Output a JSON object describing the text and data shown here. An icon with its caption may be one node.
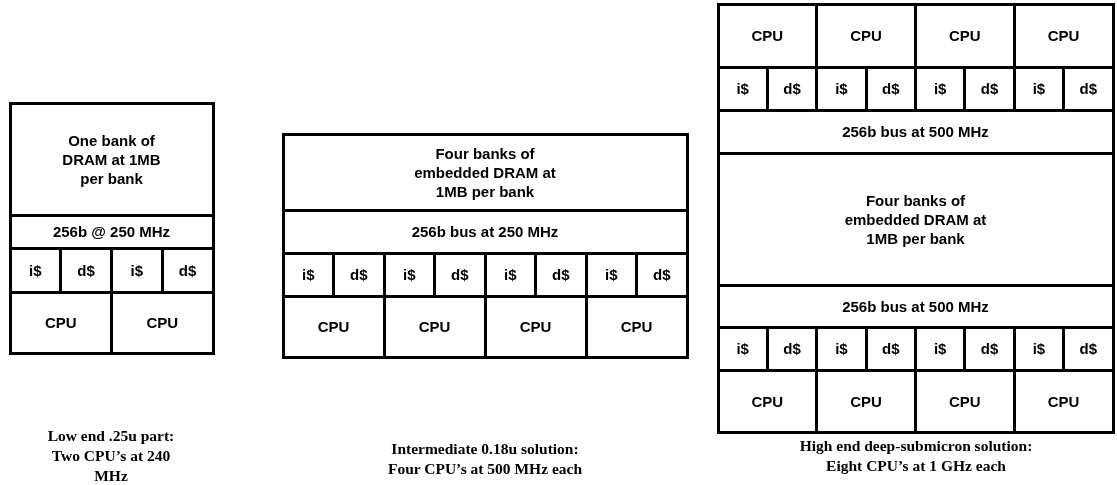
{
  "diagram": {
    "nodes": [
      {
        "text": [],
        "shape": "box"
      },
      {
        "text": [
          "One bank of DRAM at 1MB per bank"
        ],
        "in": 0
      },
      {
        "text": [
          "256b @ 250 MHz"
        ],
        "in": 0
      },
      {
        "text": [
          "i$"
        ],
        "in": 0
      },
      {
        "text": [
          "d$"
        ],
        "in": 0
      },
      {
        "text": [
          "i$"
        ],
        "in": 0
      },
      {
        "text": [
          "d$"
        ],
        "in": 0
      },
      {
        "text": [
          "CPU"
        ],
        "in": 0
      },
      {
        "text": [
          "CPU"
        ],
        "in": 0
      },
      {
        "text": [],
        "shape": "box"
      },
      {
        "text": [
          "Four banks of embedded DRAM at 1MB per bank"
        ],
        "in": 9
      },
      {
        "text": [
          "256b bus at 250 MHz"
        ],
        "in": 9
      },
      {
        "text": [
          "i$"
        ],
        "in": 9
      },
      {
        "text": [
          "d$"
        ],
        "in": 9
      },
      {
        "text": [
          "i$"
        ],
        "in": 9
      },
      {
        "text": [
          "d$"
        ],
        "in": 9
      },
      {
        "text": [
          "i$"
        ],
        "in": 9
      },
      {
        "text": [
          "d$"
        ],
        "in": 9
      },
      {
        "text": [
          "i$"
        ],
        "in": 9
      },
      {
        "text": [
          "d$"
        ],
        "in": 9
      },
      {
        "text": [
          "CPU"
        ],
        "in": 9
      },
      {
        "text": [
          "CPU"
        ],
        "in": 9
      },
      {
        "text": [
          "CPU"
        ],
        "in": 9
      },
      {
        "text": [
          "CPU"
        ],
        "in": 9
      },
      {
        "text": [],
        "shape": "box"
      },
      {
        "text": [
          "CPU"
        ],
        "in": 24
      },
      {
        "text": [
          "CPU"
        ],
        "in": 24
      },
      {
        "text": [
          "CPU"
        ],
        "in": 24
      },
      {
        "text": [
          "CPU"
        ],
        "in": 24
      },
      {
        "text": [
          "i$"
        ],
        "in": 24
      },
      {
        "text": [
          "d$"
        ],
        "in": 24
      },
      {
        "text": [
          "i$"
        ],
        "in": 24
      },
      {
        "text": [
          "d$"
        ],
        "in": 24
      },
      {
        "text": [
          "i$"
        ],
        "in": 24
      },
      {
        "text": [
          "d$"
        ],
        "in": 24
      },
      {
        "text": [
          "i$"
        ],
        "in": 24
      },
      {
        "text": [
          "d$"
        ],
        "in": 24
      },
      {
        "text": [
          "256b bus at 500 MHz"
        ],
        "in": 24
      },
      {
        "text": [
          "Four banks of embedded DRAM at 1MB per bank"
        ],
        "in": 24
      },
      {
        "text": [
          "256b bus at 500 MHz"
        ],
        "in": 24
      },
      {
        "text": [
          "i$"
        ],
        "in": 24
      },
      {
        "text": [
          "d$"
        ],
        "in": 24
      },
      {
        "text": [
          "i$"
        ],
        "in": 24
      },
      {
        "text": [
          "d$"
        ],
        "in": 24
      },
      {
        "text": [
          "i$"
        ],
        "in": 24
      },
      {
        "text": [
          "d$"
        ],
        "in": 24
      },
      {
        "text": [
          "i$"
        ],
        "in": 24
      },
      {
        "text": [
          "d$"
        ],
        "in": 24
      },
      {
        "text": [
          "CPU"
        ],
        "in": 24
      },
      {
        "text": [
          "CPU"
        ],
        "in": 24
      },
      {
        "text": [
          "CPU"
        ],
        "in": 24
      },
      {
        "text": [
          "CPU"
        ],
        "in": 24
      }
    ],
    "labels": [
      "Low end .25u part: Two CPU’s at 240 MHz",
      "Intermediate 0.18u solution: Four CPU’s at 500 MHz each",
      "High end deep-submicron solution: Eight CPU’s at 1 GHz each"
    ]
  }
}
